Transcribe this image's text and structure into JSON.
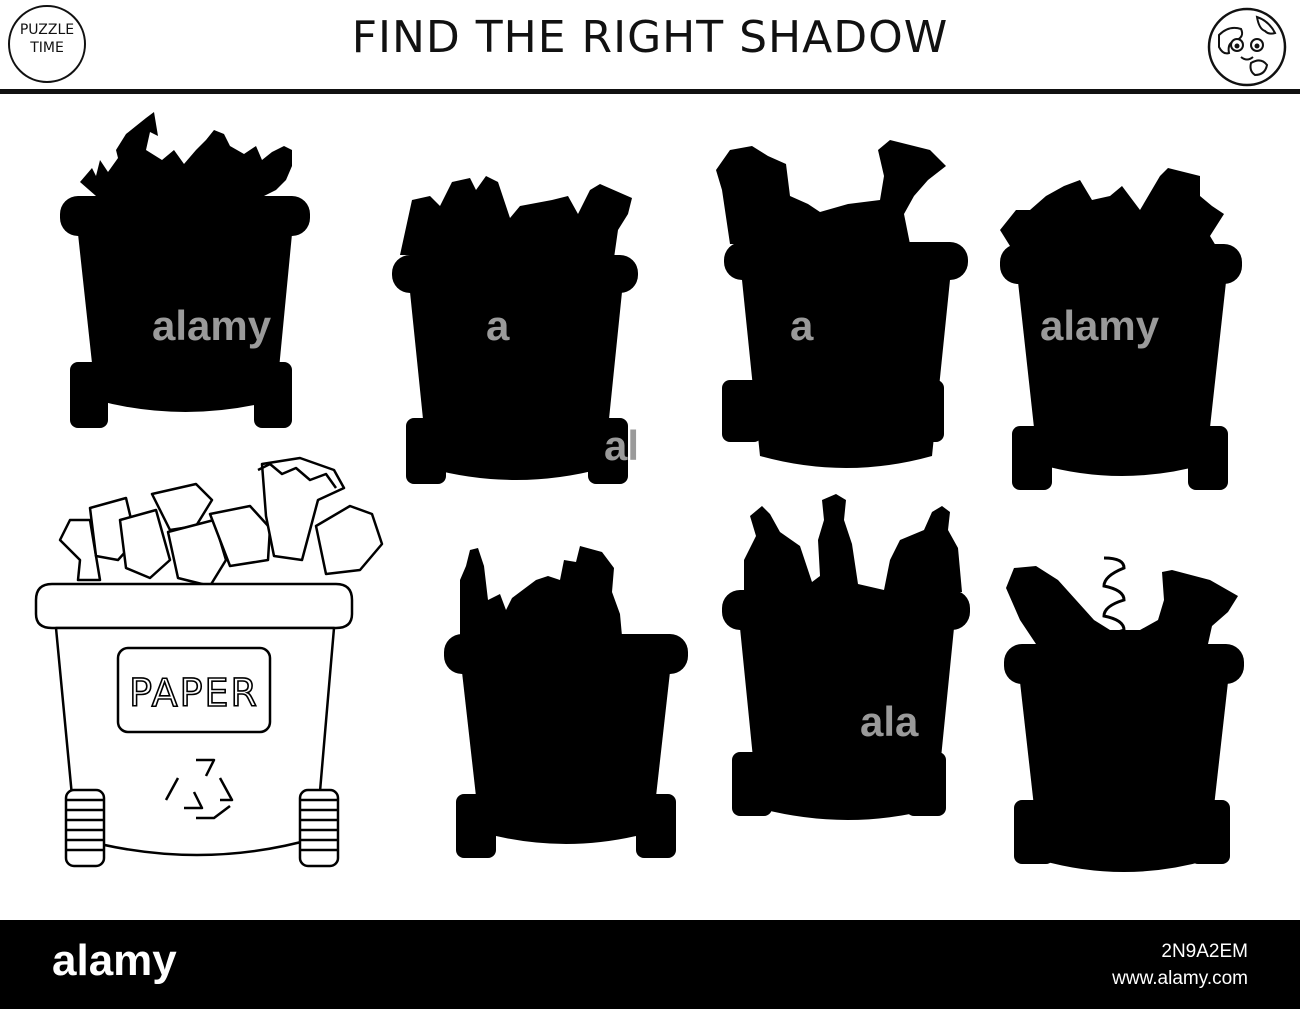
{
  "header": {
    "title": "FIND THE RIGHT SHADOW",
    "badge_line1": "PUZZLE",
    "badge_line2": "TIME",
    "icon": "smiling-earth-icon"
  },
  "main": {
    "bin_label": "PAPER",
    "watermark": "alamy",
    "watermark_short_a": "a",
    "watermark_short_ala": "ala",
    "watermark_short_al": "al"
  },
  "footer": {
    "logo": "alamy",
    "image_id": "2N9A2EM",
    "site": "www.alamy.com"
  }
}
